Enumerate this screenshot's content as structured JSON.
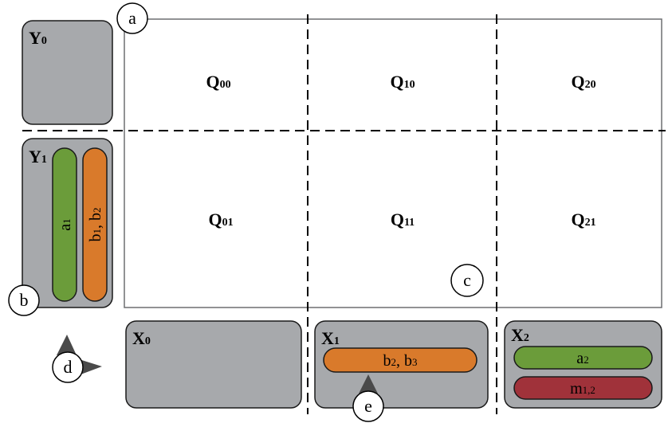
{
  "colors": {
    "box_fill": "#a7a9ac",
    "box_stroke": "#1a1a1a",
    "green": "#6b9c3a",
    "orange": "#d97a2b",
    "red": "#a0323a",
    "marker": "#4a4a4a"
  },
  "grid": {
    "cells": [
      {
        "main": "Q",
        "sub": "00"
      },
      {
        "main": "Q",
        "sub": "10"
      },
      {
        "main": "Q",
        "sub": "20"
      },
      {
        "main": "Q",
        "sub": "01"
      },
      {
        "main": "Q",
        "sub": "11"
      },
      {
        "main": "Q",
        "sub": "21"
      }
    ]
  },
  "boxes": {
    "y0": {
      "main": "Y",
      "sub": "0"
    },
    "y1": {
      "main": "Y",
      "sub": "1"
    },
    "x0": {
      "main": "X",
      "sub": "0"
    },
    "x1": {
      "main": "X",
      "sub": "1"
    },
    "x2": {
      "main": "X",
      "sub": "2"
    }
  },
  "pills": {
    "y1_green": {
      "main": "a",
      "sub": "1"
    },
    "y1_orange": {
      "p1": "b",
      "s1": "1",
      "sep": ", ",
      "p2": "b",
      "s2": "2"
    },
    "x1_orange": {
      "p1": "b",
      "s1": "2",
      "sep": ", ",
      "p2": "b",
      "s2": "3"
    },
    "x2_green": {
      "main": "a",
      "sub": "2"
    },
    "x2_red": {
      "main": "m",
      "sub": "1,2"
    }
  },
  "callouts": {
    "a": "a",
    "b": "b",
    "c": "c",
    "d": "d",
    "e": "e"
  }
}
